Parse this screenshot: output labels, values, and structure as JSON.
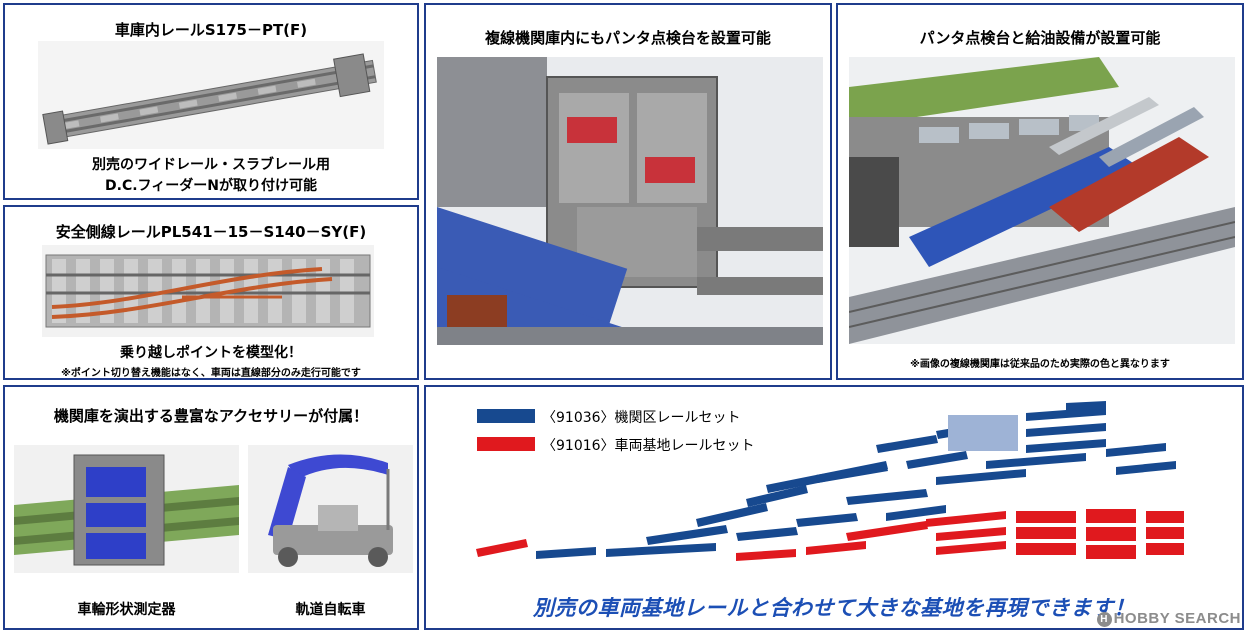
{
  "panels": {
    "rail_s175": {
      "title": "車庫内レールS175－PT(F)",
      "caption_line1": "別売のワイドレール・スラブレール用",
      "caption_line2": "D.C.フィーダーNが取り付け可能"
    },
    "rail_pl541": {
      "title": "安全側線レールPL541－15－S140－SY(F)",
      "caption": "乗り越しポイントを模型化！",
      "note": "※ポイント切り替え機能はなく、車両は直線部分のみ走行可能です"
    },
    "double_shed": {
      "title": "複線機関庫内にもパンタ点検台を設置可能"
    },
    "panta_fuel": {
      "title": "パンタ点検台と給油設備が設置可能",
      "note": "※画像の複線機関庫は従来品のため実際の色と異なります"
    },
    "accessories": {
      "title": "機関庫を演出する豊富なアクセサリーが付属！",
      "item1_label": "車輪形状測定器",
      "item2_label": "軌道自転車"
    },
    "layout": {
      "legend": [
        {
          "label": "〈91036〉機関区レールセット",
          "color": "#17498f"
        },
        {
          "label": "〈91016〉車両基地レールセット",
          "color": "#e0191e"
        }
      ],
      "tagline": "別売の車両基地レールと合わせて大きな基地を再現できます！"
    }
  },
  "colors": {
    "panel_border": "#1f3c8c",
    "tagline": "#1c4fb5"
  },
  "watermark": {
    "badge": "H",
    "text": "HOBBY SEARCH"
  }
}
